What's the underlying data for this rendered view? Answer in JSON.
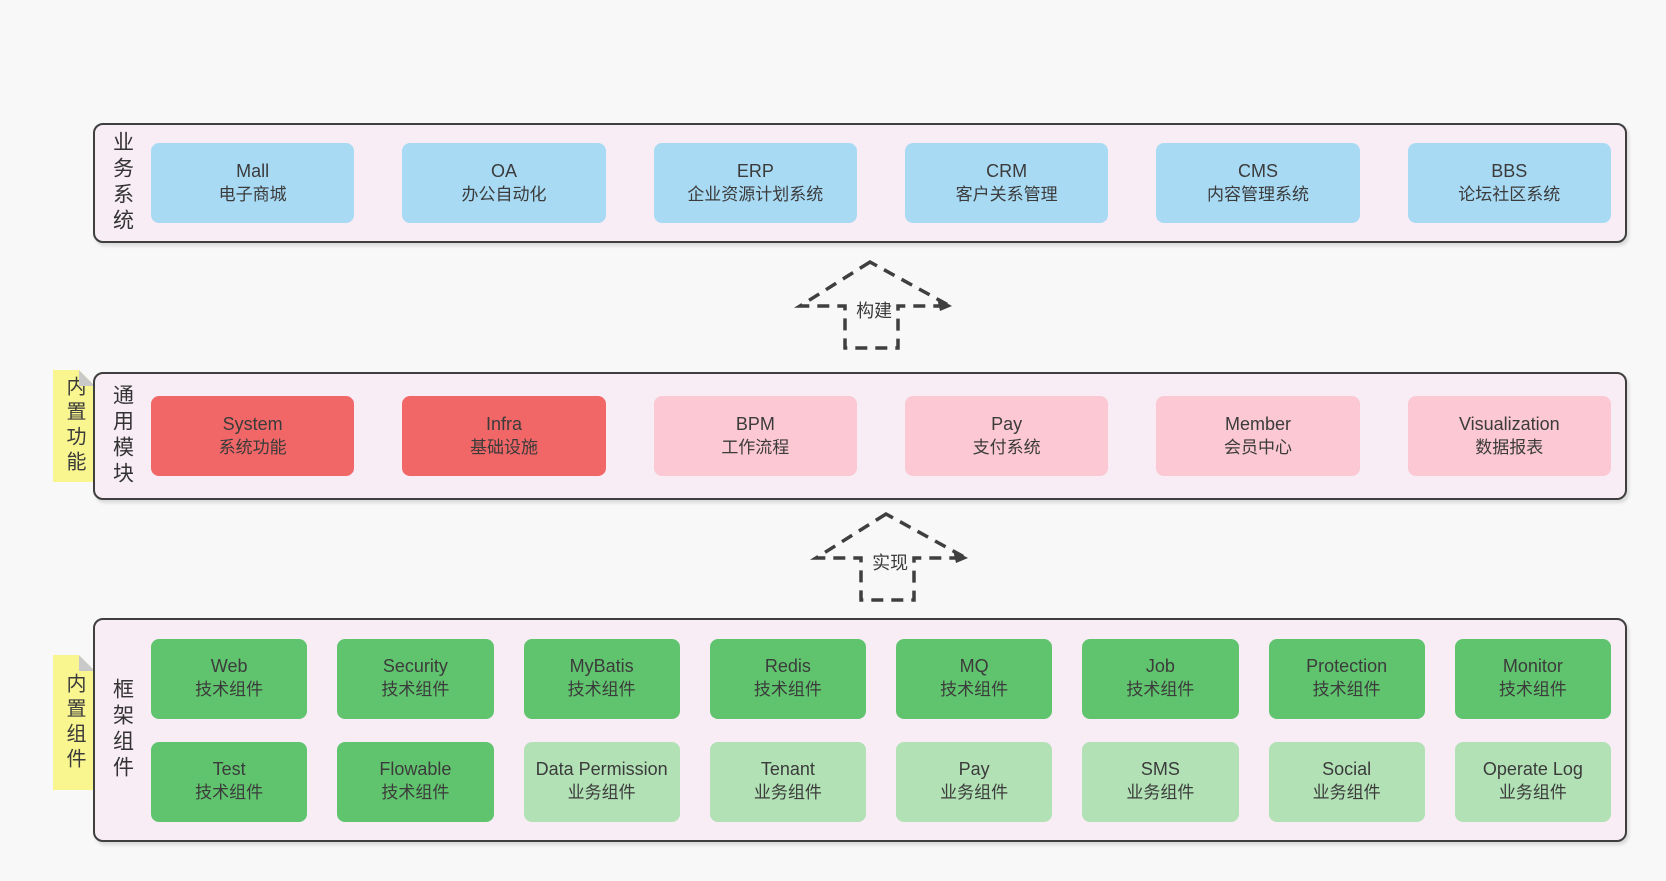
{
  "palette": {
    "page-bg": "#f8f8f8",
    "band-bg": "#f8edf5",
    "line": "#3f3f3f",
    "blue": "#a8daf4",
    "red": "#f16666",
    "pink": "#fbc8d3",
    "green": "#60c46e",
    "green-light": "#b1e1b5",
    "sticky": "#f9f68f",
    "sticky-fold": "#c9c9c9",
    "text": "#3b3b3b"
  },
  "bands": [
    {
      "id": "business",
      "label": "业务系统",
      "rows": [
        [
          {
            "en": "Mall",
            "zh": "电子商城",
            "type": "blue"
          },
          {
            "en": "OA",
            "zh": "办公自动化",
            "type": "blue"
          },
          {
            "en": "ERP",
            "zh": "企业资源计划系统",
            "type": "blue"
          },
          {
            "en": "CRM",
            "zh": "客户关系管理",
            "type": "blue"
          },
          {
            "en": "CMS",
            "zh": "内容管理系统",
            "type": "blue"
          },
          {
            "en": "BBS",
            "zh": "论坛社区系统",
            "type": "blue"
          }
        ]
      ]
    },
    {
      "id": "modules",
      "label": "通用模块",
      "sticky": "内置功能",
      "rows": [
        [
          {
            "en": "System",
            "zh": "系统功能",
            "type": "red"
          },
          {
            "en": "Infra",
            "zh": "基础设施",
            "type": "red"
          },
          {
            "en": "BPM",
            "zh": "工作流程",
            "type": "pink"
          },
          {
            "en": "Pay",
            "zh": "支付系统",
            "type": "pink"
          },
          {
            "en": "Member",
            "zh": "会员中心",
            "type": "pink"
          },
          {
            "en": "Visualization",
            "zh": "数据报表",
            "type": "pink"
          }
        ]
      ]
    },
    {
      "id": "components",
      "label": "框架组件",
      "sticky": "内置组件",
      "rows": [
        [
          {
            "en": "Web",
            "zh": "技术组件",
            "type": "green"
          },
          {
            "en": "Security",
            "zh": "技术组件",
            "type": "green"
          },
          {
            "en": "MyBatis",
            "zh": "技术组件",
            "type": "green"
          },
          {
            "en": "Redis",
            "zh": "技术组件",
            "type": "green"
          },
          {
            "en": "MQ",
            "zh": "技术组件",
            "type": "green"
          },
          {
            "en": "Job",
            "zh": "技术组件",
            "type": "green"
          },
          {
            "en": "Protection",
            "zh": "技术组件",
            "type": "green"
          },
          {
            "en": "Monitor",
            "zh": "技术组件",
            "type": "green"
          }
        ],
        [
          {
            "en": "Test",
            "zh": "技术组件",
            "type": "green"
          },
          {
            "en": "Flowable",
            "zh": "技术组件",
            "type": "green"
          },
          {
            "en": "Data Permission",
            "zh": "业务组件",
            "type": "green-light"
          },
          {
            "en": "Tenant",
            "zh": "业务组件",
            "type": "green-light"
          },
          {
            "en": "Pay",
            "zh": "业务组件",
            "type": "green-light"
          },
          {
            "en": "SMS",
            "zh": "业务组件",
            "type": "green-light"
          },
          {
            "en": "Social",
            "zh": "业务组件",
            "type": "green-light"
          },
          {
            "en": "Operate Log",
            "zh": "业务组件",
            "type": "green-light"
          }
        ]
      ]
    }
  ],
  "arrows": [
    {
      "label": "构建"
    },
    {
      "label": "实现"
    }
  ]
}
